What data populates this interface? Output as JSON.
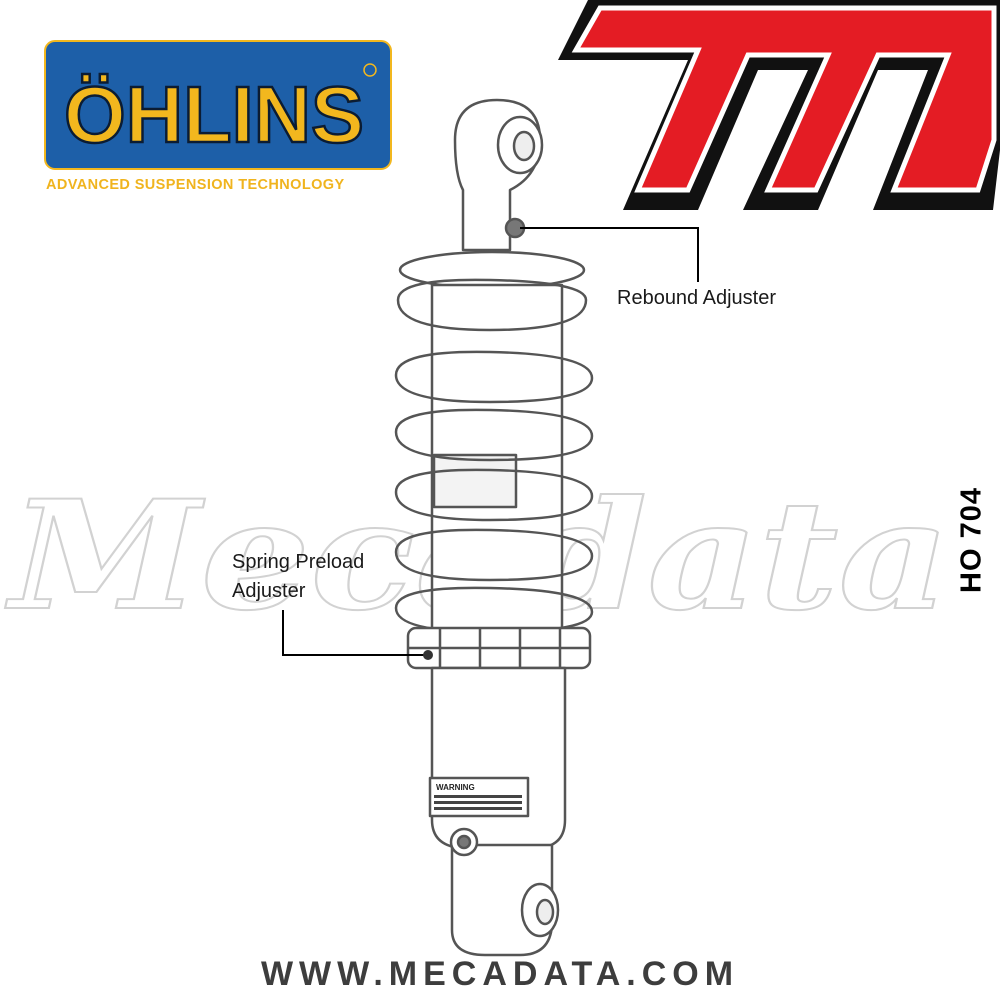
{
  "brand": {
    "logo_text": "ÖHLINS",
    "tagline": "ADVANCED SUSPENSION TECHNOLOGY",
    "tagline_color": "#f0b41e",
    "logo_blue": "#1d5fa8",
    "logo_gold": "#f2b71e",
    "m_logo_icon": "red-m-logo-icon",
    "m_logo_red": "#e41c24",
    "watermark_text": "Mecadata"
  },
  "callouts": {
    "rebound": [
      "Rebound Adjuster"
    ],
    "preload": [
      "Spring Preload",
      "Adjuster"
    ]
  },
  "decal": {
    "warning": "WARNING"
  },
  "part_code": "HO 704",
  "footer": {
    "url": "WWW.MECADATA.COM"
  }
}
